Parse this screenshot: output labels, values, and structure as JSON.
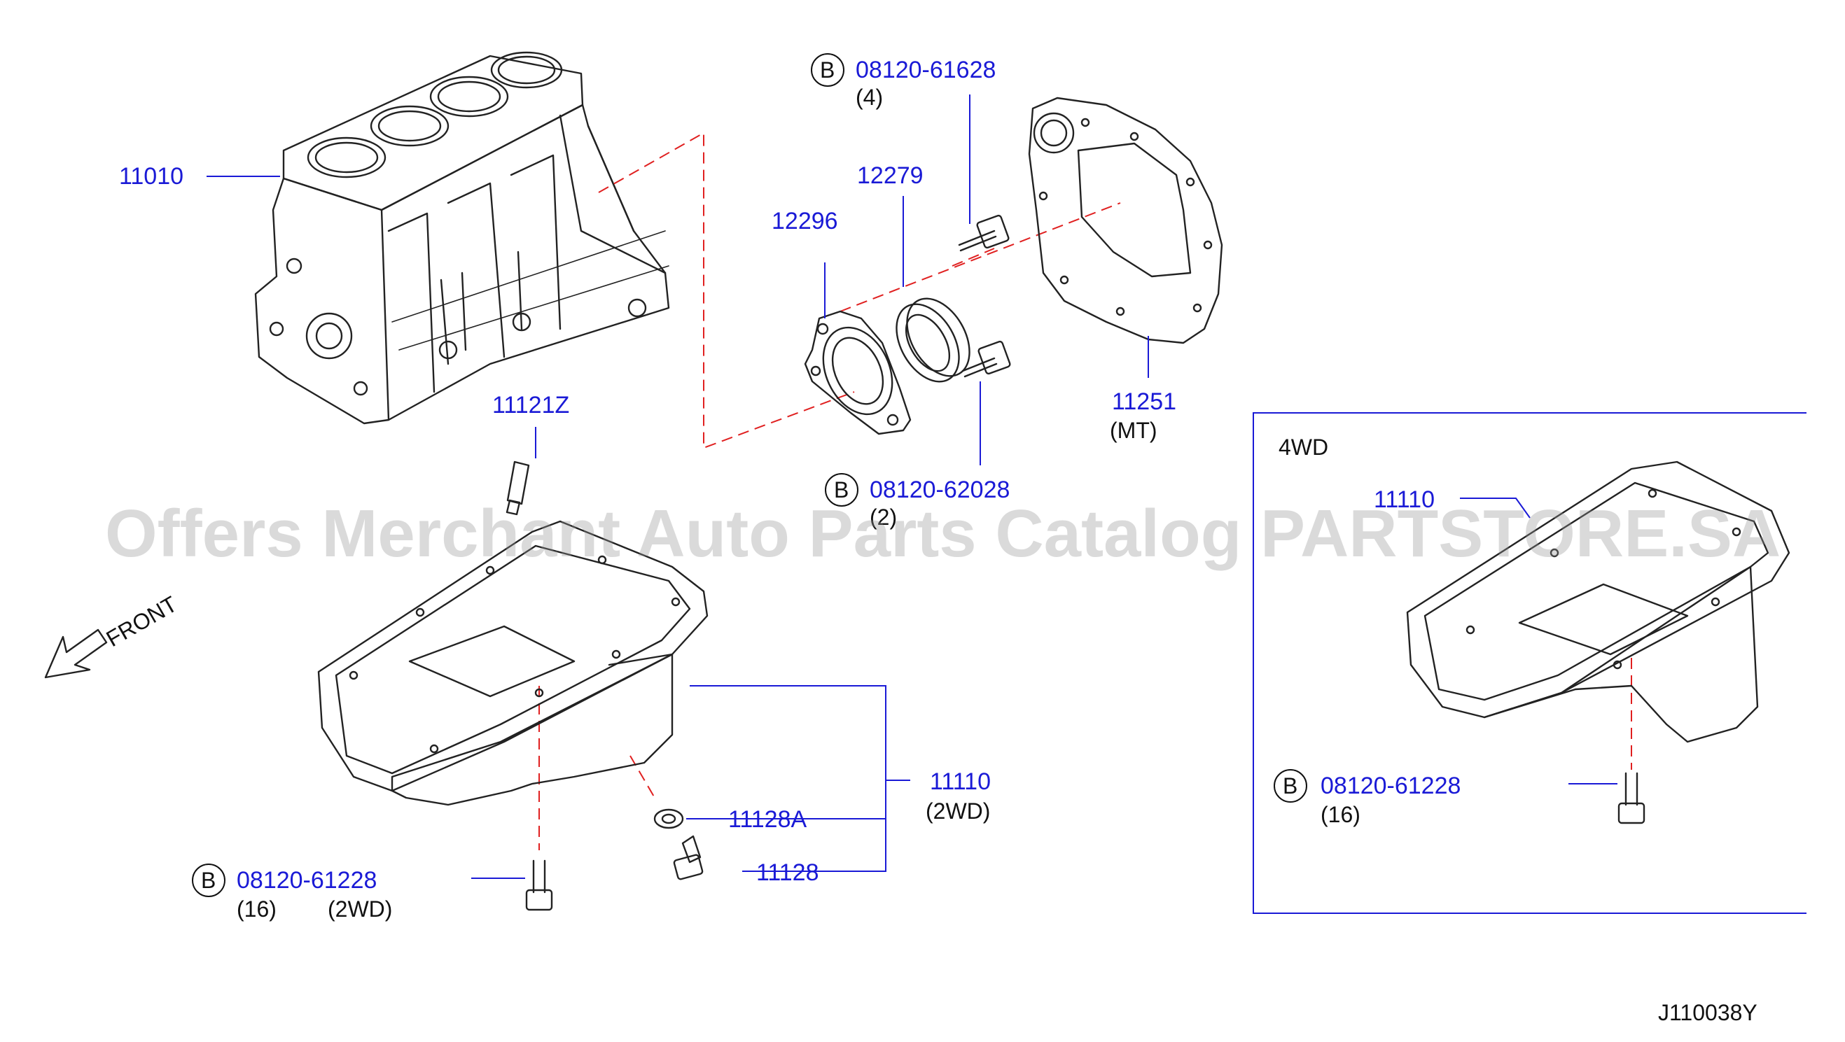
{
  "watermark": "Offers Merchant Auto Parts Catalog PARTSTORE.SA",
  "diagram_id": "J110038Y",
  "front_label": "FRONT",
  "variant_box_label": "4WD",
  "bolt_prefix": "B",
  "parts": {
    "cylinder_block": "11010",
    "oil_seal_retainer": "12296",
    "rear_oil_seal": "12279",
    "rear_plate": "11251",
    "rear_plate_note": "(MT)",
    "oil_level_gauge_guide": "11121Z",
    "oil_pan_2wd": "11110",
    "oil_pan_2wd_note": "(2WD)",
    "drain_washer": "11128A",
    "drain_plug": "11128",
    "oil_pan_4wd": "11110"
  },
  "bolts": {
    "top_bolt": {
      "number": "08120-61628",
      "qty": "(4)"
    },
    "mid_bolt": {
      "number": "08120-62028",
      "qty": "(2)"
    },
    "pan_bolt_2wd": {
      "number": "08120-61228",
      "qty": "(16)",
      "note": "(2WD)"
    },
    "pan_bolt_4wd": {
      "number": "08120-61228",
      "qty": "(16)"
    }
  },
  "colors": {
    "part_number": "#1a1ad6",
    "leader_line": "#1a1ad6",
    "dashed_line": "#e02020",
    "artwork": "#222222"
  }
}
